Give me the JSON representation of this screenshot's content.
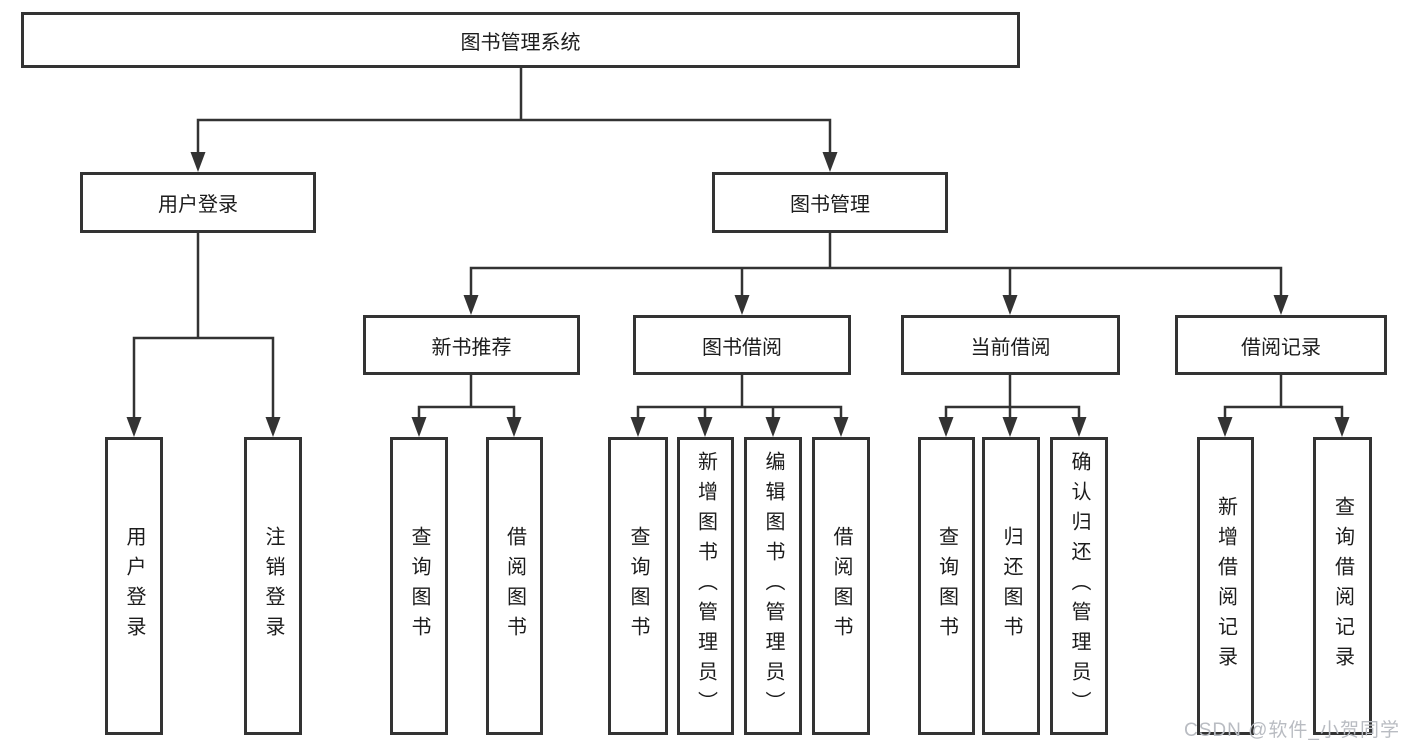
{
  "tree": {
    "root": {
      "label": "图书管理系统",
      "children": [
        {
          "label": "用户登录",
          "children": [
            {
              "label": "用户登录"
            },
            {
              "label": "注销登录"
            }
          ]
        },
        {
          "label": "图书管理",
          "children": [
            {
              "label": "新书推荐",
              "children": [
                {
                  "label": "查询图书"
                },
                {
                  "label": "借阅图书"
                }
              ]
            },
            {
              "label": "图书借阅",
              "children": [
                {
                  "label": "查询图书"
                },
                {
                  "label": "新增图书（管理员）"
                },
                {
                  "label": "编辑图书（管理员）"
                },
                {
                  "label": "借阅图书"
                }
              ]
            },
            {
              "label": "当前借阅",
              "children": [
                {
                  "label": "查询图书"
                },
                {
                  "label": "归还图书"
                },
                {
                  "label": "确认归还（管理员）"
                }
              ]
            },
            {
              "label": "借阅记录",
              "children": [
                {
                  "label": "新增借阅记录"
                },
                {
                  "label": "查询借阅记录"
                }
              ]
            }
          ]
        }
      ]
    }
  },
  "watermark": {
    "text": "CSDN @软件_小贺同学"
  },
  "colors": {
    "line": "#333333",
    "border": "#333333",
    "text": "#1c1c1c",
    "watermark": "#b9bcc2",
    "background": "#ffffff"
  }
}
